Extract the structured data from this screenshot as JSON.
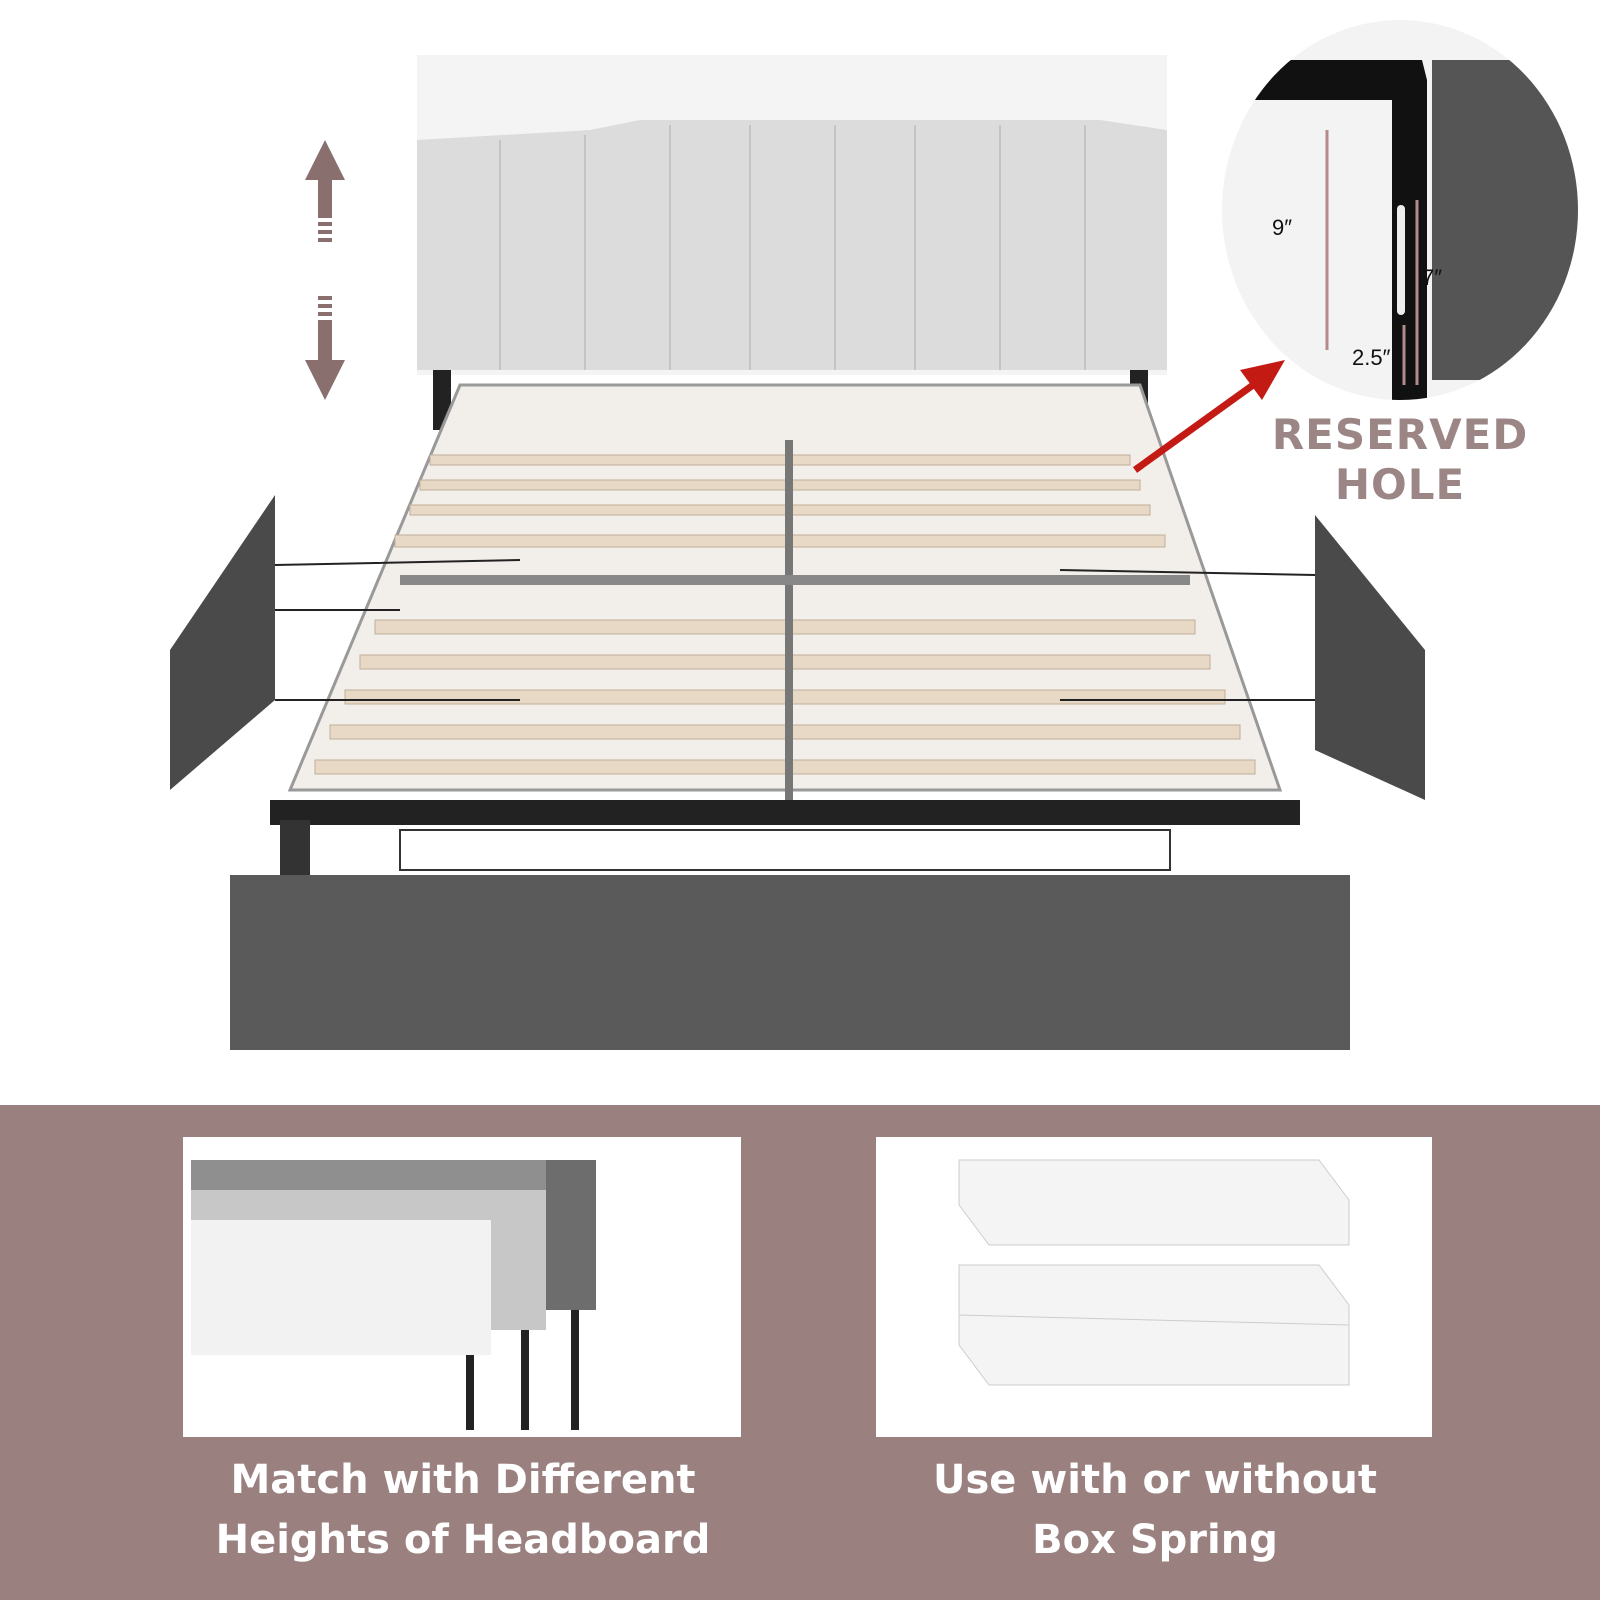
{
  "callout": {
    "title_line1": "RESERVED",
    "title_line2": "HOLE",
    "dim_total": "9″",
    "dim_slot": "7″",
    "dim_bottom": "2.5″"
  },
  "features": [
    {
      "line1": "Match with Different",
      "line2": "Heights of Headboard"
    },
    {
      "line1": "Use with or without",
      "line2": "Box Spring"
    }
  ],
  "colors": {
    "band": "#9b8080",
    "accent_text": "#9b8585",
    "arrow": "#c41a14",
    "fabric": "#5a5a5a",
    "headboard": "#dcdcdc"
  }
}
